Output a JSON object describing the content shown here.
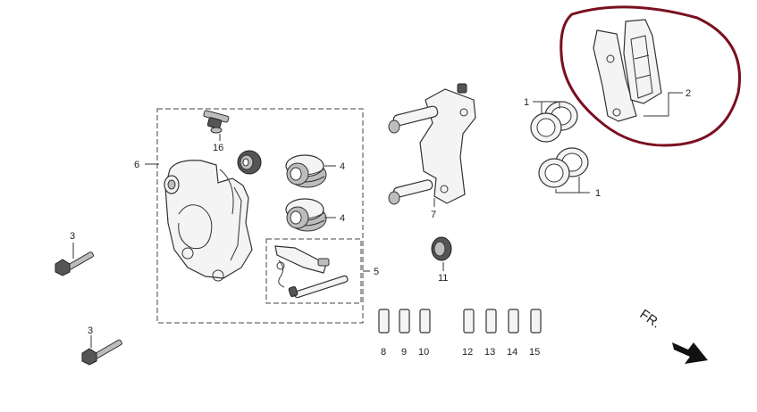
{
  "labels": {
    "p1a": "1",
    "p1b": "1",
    "p2": "2",
    "p3a": "3",
    "p3b": "3",
    "p4a": "4",
    "p4b": "4",
    "p5": "5",
    "p6": "6",
    "p7": "7",
    "p8": "8",
    "p9": "9",
    "p10": "10",
    "p11": "11",
    "p12": "12",
    "p13": "13",
    "p14": "14",
    "p15": "15",
    "p16": "16"
  },
  "direction": {
    "text": "FR."
  },
  "highlight": {
    "color": "#7a1020"
  }
}
